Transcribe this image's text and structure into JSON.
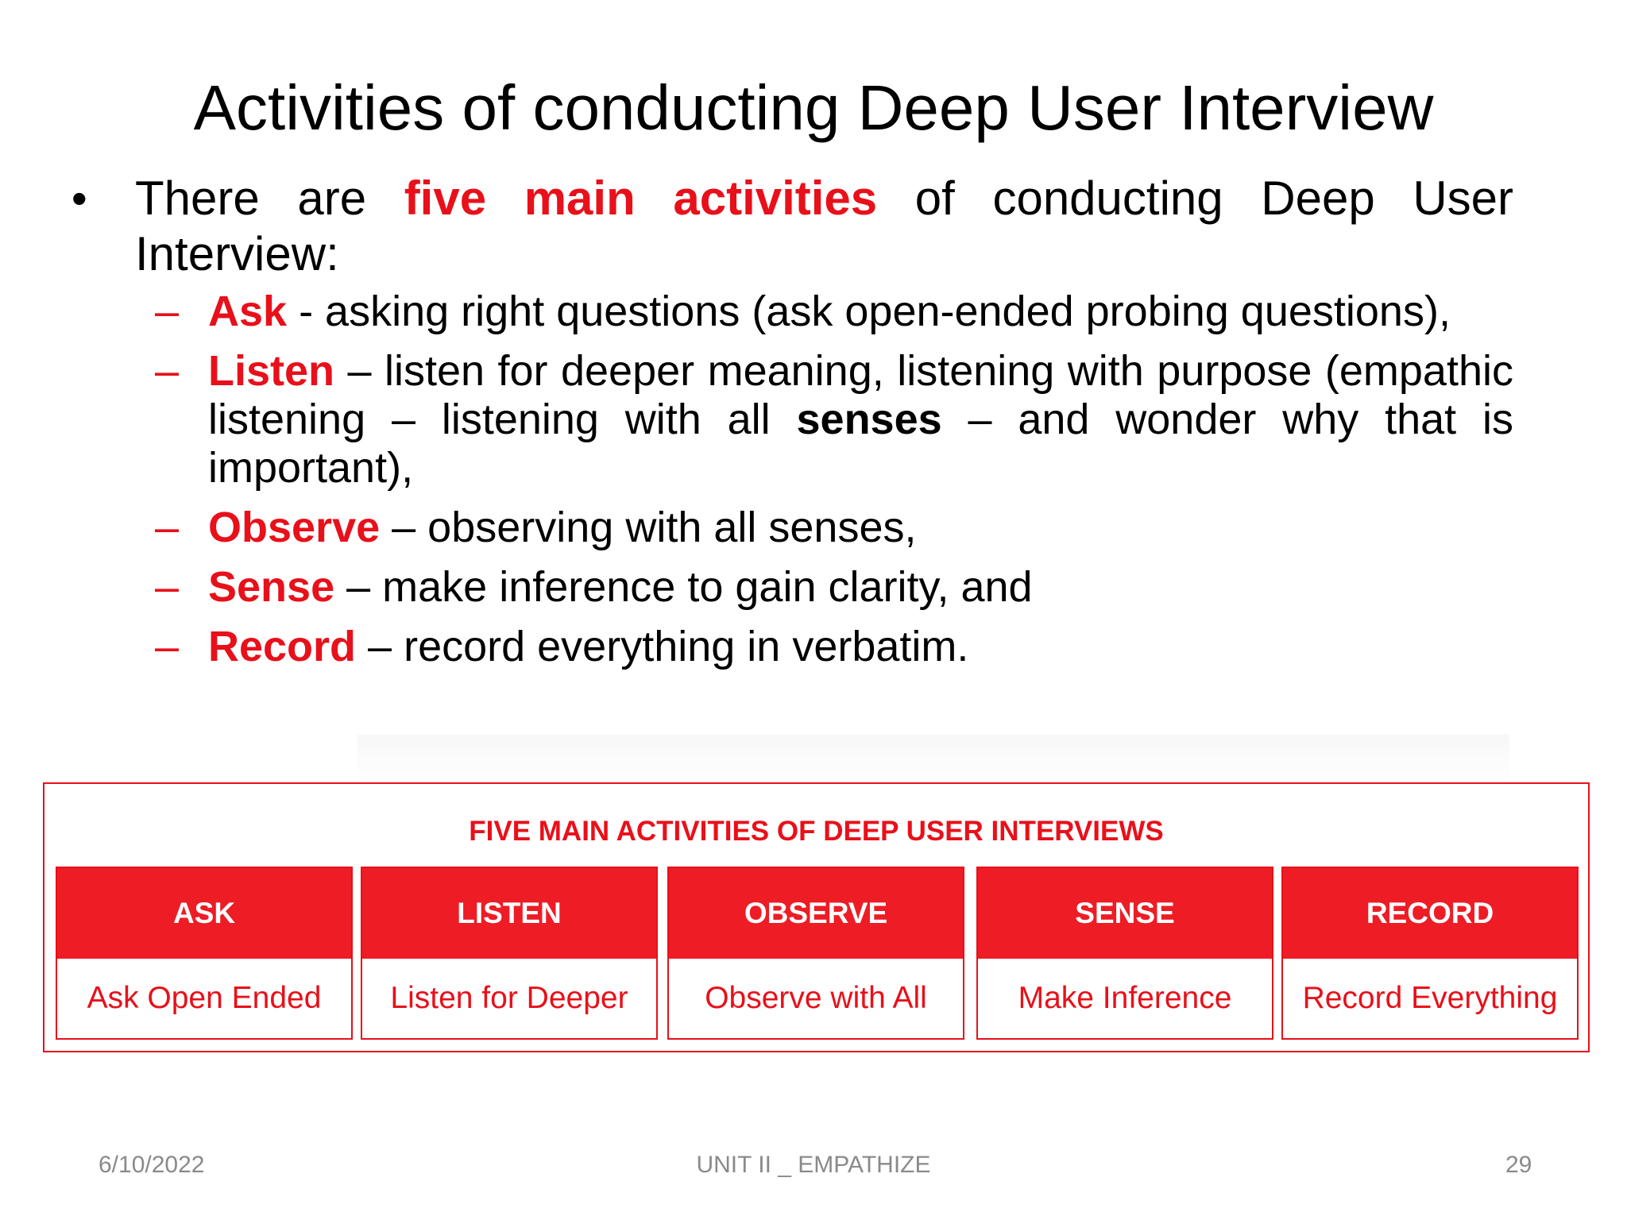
{
  "slide": {
    "title": "Activities of conducting Deep User Interview",
    "intro": {
      "before": "There are",
      "highlight": "five main activities",
      "after": "of conducting Deep User Interview:"
    },
    "items": [
      {
        "term": "Ask",
        "text": " -  asking right questions (ask open-ended probing questions),"
      },
      {
        "term": "Listen",
        "text_before": " – listen for deeper meaning, listening with purpose (empathic listening – listening with all ",
        "bold_word": "senses",
        "text_after": " – and wonder why that is important),"
      },
      {
        "term": "Observe",
        "text": " – observing with all senses,"
      },
      {
        "term": "Sense",
        "text": " – make inference to gain clarity, and"
      },
      {
        "term": "Record",
        "text": " – record everything in verbatim."
      }
    ]
  },
  "infographic": {
    "title": "FIVE MAIN ACTIVITIES OF DEEP USER INTERVIEWS",
    "columns": [
      {
        "heading": "ASK",
        "description": "Ask Open Ended"
      },
      {
        "heading": "LISTEN",
        "description": "Listen for Deeper"
      },
      {
        "heading": "OBSERVE",
        "description": "Observe with All"
      },
      {
        "heading": "SENSE",
        "description": "Make Inference"
      },
      {
        "heading": "RECORD",
        "description": "Record Everything"
      }
    ]
  },
  "footer": {
    "date": "6/10/2022",
    "unit": "UNIT II _ EMPATHIZE",
    "page": "29"
  },
  "colors": {
    "accent": "#e8101a",
    "header_fill": "#ee1c25",
    "footer_text": "#8a8a8a"
  }
}
